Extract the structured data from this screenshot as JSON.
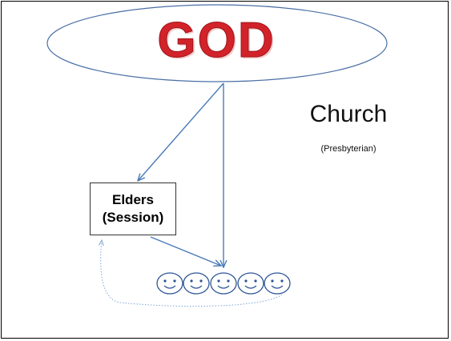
{
  "diagram": {
    "top_node": "GOD",
    "title": "Church",
    "subtitle": "(Presbyterian)",
    "elders_line1": "Elders",
    "elders_line2": "(Session)",
    "congregation_count": 5
  },
  "colors": {
    "god_text": "#d2232a",
    "ellipse_stroke": "#4a6fa5",
    "arrow": "#4a7ab8",
    "feedback_arrow": "#7fa6d6",
    "smiley_stroke": "#2f5597"
  }
}
